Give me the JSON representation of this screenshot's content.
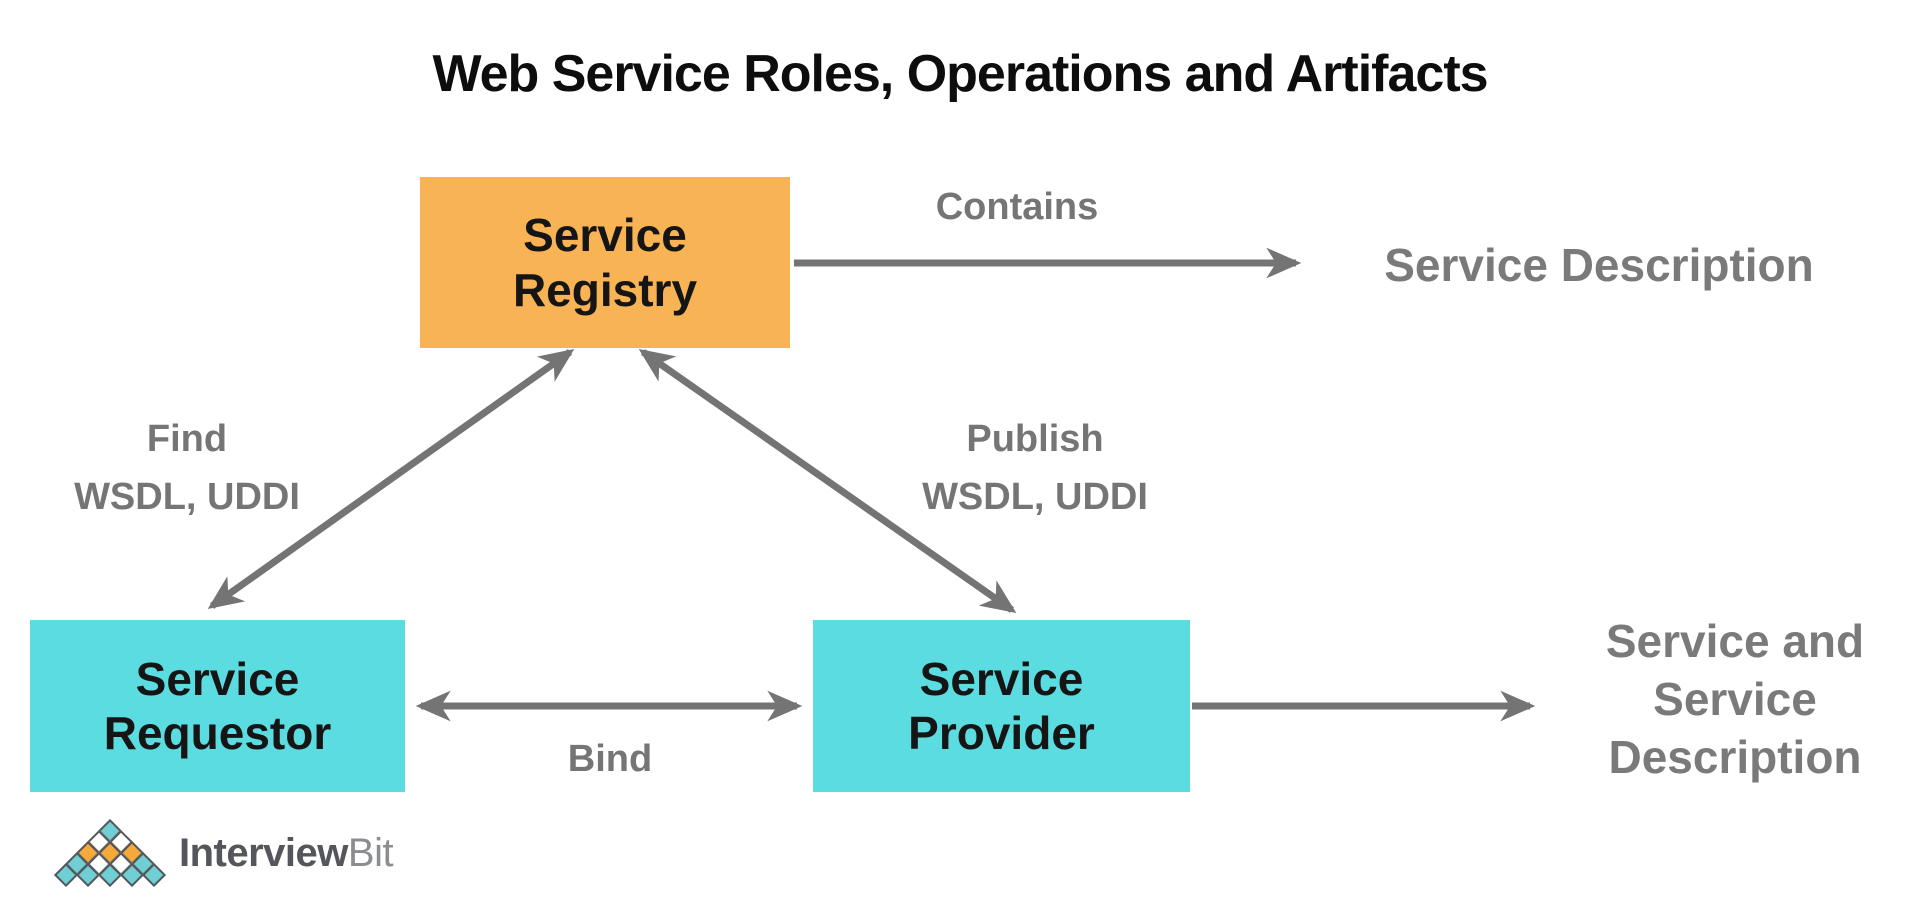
{
  "title": "Web Service Roles, Operations and Artifacts",
  "nodes": {
    "registry": {
      "label": "Service\nRegistry",
      "color": "#F8B454"
    },
    "requestor": {
      "label": "Service\nRequestor",
      "color": "#5BDCE0"
    },
    "provider": {
      "label": "Service\nProvider",
      "color": "#5BDCE0"
    }
  },
  "edges": {
    "contains": {
      "label": "Contains"
    },
    "find": {
      "label": "Find\nWSDL, UDDI"
    },
    "publish": {
      "label": "Publish\nWSDL, UDDI"
    },
    "bind": {
      "label": "Bind"
    }
  },
  "artifacts": {
    "service_description": "Service Description",
    "service_and_service_description": "Service and\nService\nDescription"
  },
  "colors": {
    "arrow_gray": "#747474",
    "label_gray": "#757575",
    "box_orange": "#F8B454",
    "box_cyan": "#5BDCE0",
    "logo_teal": "#6FCFD4",
    "logo_orange": "#F6A93B",
    "title_black": "#0d0d0d"
  },
  "logo": {
    "brand_primary": "Interview",
    "brand_secondary": "Bit",
    "rows": [
      [
        "teal"
      ],
      [
        "white",
        "white"
      ],
      [
        "orange",
        "orange",
        "orange"
      ],
      [
        "teal",
        "white",
        "white",
        "teal"
      ],
      [
        "teal",
        "teal",
        "teal",
        "teal",
        "teal"
      ]
    ]
  }
}
